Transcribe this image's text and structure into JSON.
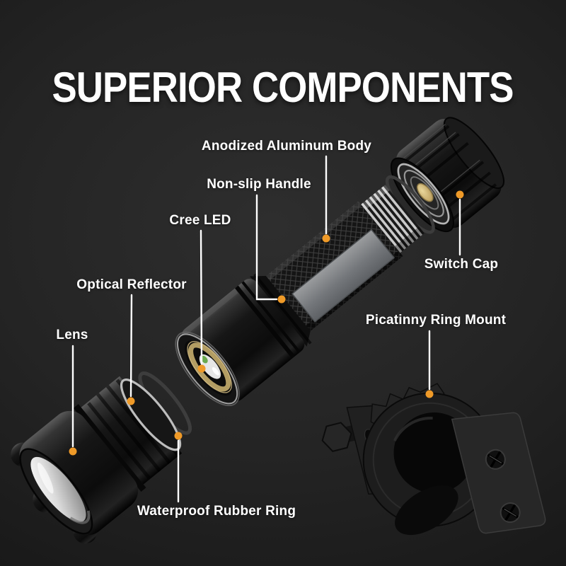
{
  "title": "SUPERIOR COMPONENTS",
  "callouts": [
    {
      "id": "anodized-aluminum-body",
      "text": "Anodized Aluminum Body"
    },
    {
      "id": "non-slip-handle",
      "text": "Non-slip Handle"
    },
    {
      "id": "cree-led",
      "text": "Cree LED"
    },
    {
      "id": "optical-reflector",
      "text": "Optical Reflector"
    },
    {
      "id": "lens",
      "text": "Lens"
    },
    {
      "id": "switch-cap",
      "text": "Switch Cap"
    },
    {
      "id": "picatinny-ring-mount",
      "text": "Picatinny Ring Mount"
    },
    {
      "id": "waterproof-rubber-ring",
      "text": "Waterproof Rubber Ring"
    }
  ],
  "colors": {
    "accent_dot": "#ef9a28",
    "callout_line": "#ffffff",
    "title_text": "#ffffff",
    "label_text": "#ffffff",
    "background_center": "#2e2e2e",
    "background_edge": "#0e0e0e"
  }
}
